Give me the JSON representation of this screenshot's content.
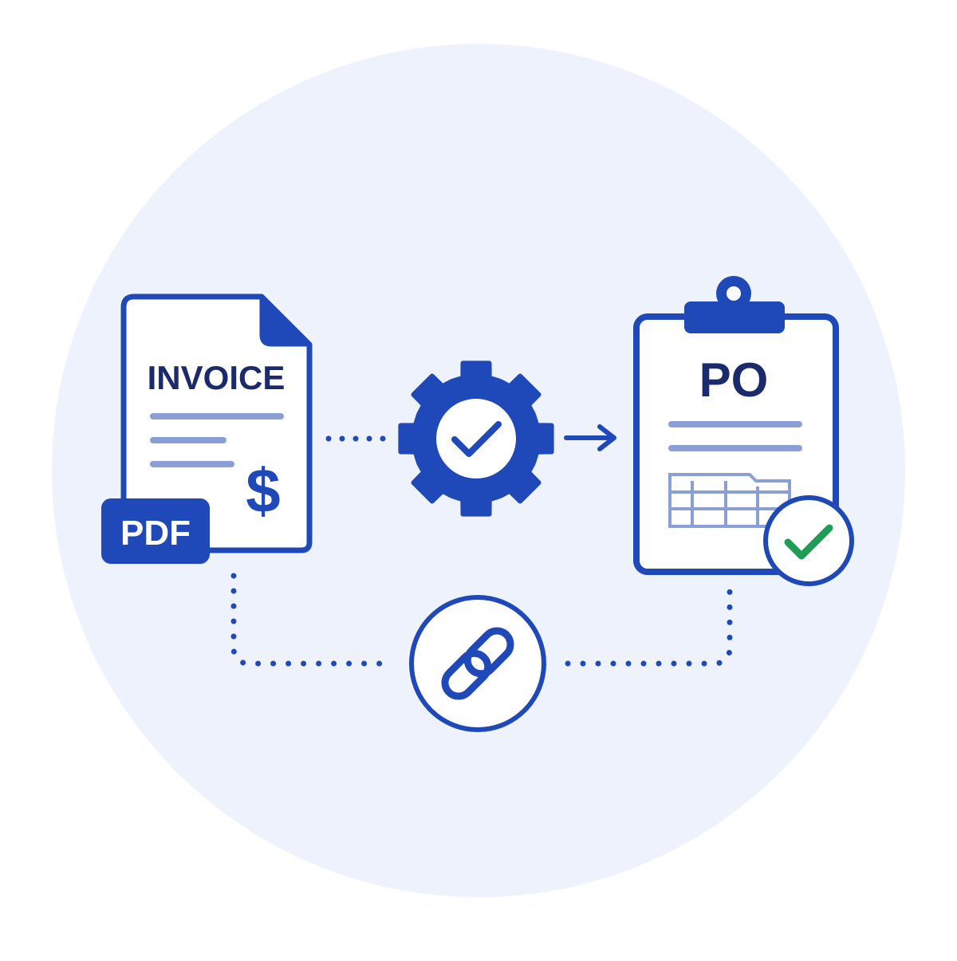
{
  "invoice": {
    "title": "INVOICE",
    "currency_symbol": "$",
    "badge_label": "PDF",
    "icon": "invoice-document-icon"
  },
  "process": {
    "icon": "gear-check-icon"
  },
  "purchase_order": {
    "title": "PO",
    "icon": "clipboard-icon",
    "status_icon": "checkmark-circle-icon"
  },
  "link": {
    "icon": "chain-link-icon"
  },
  "colors": {
    "background_circle": "#eef2fc",
    "primary_blue": "#1f48b8",
    "dark_navy": "#1a2a6c",
    "line_blue": "#8a9fd6",
    "success_green": "#1f9d55",
    "white": "#ffffff"
  }
}
